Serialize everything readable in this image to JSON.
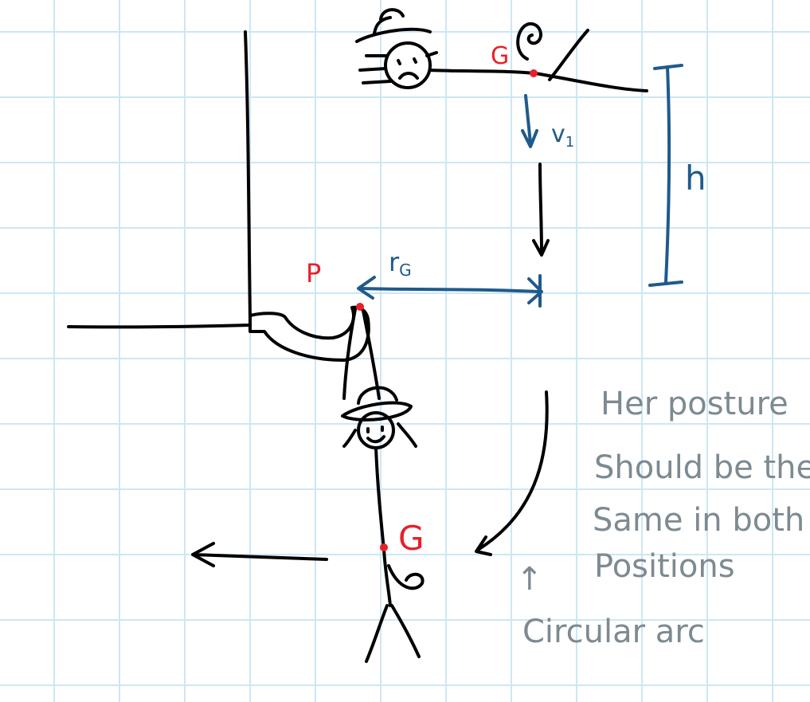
{
  "colors": {
    "grid": "#cde6f5",
    "ink": "#000000",
    "point": "#e8202a",
    "measure": "#1f5a8c",
    "note": "#7d8a91"
  },
  "labels": {
    "g_top": "G",
    "v1": "v",
    "v1_sub": "1",
    "h": "h",
    "pivot": "P",
    "r": "r",
    "r_sub": "G",
    "g_bottom": "G"
  },
  "notes": {
    "posture_line1": "Her posture",
    "posture_line2": "Should be the",
    "posture_line3": "Same in both",
    "posture_line4": "Positions",
    "arc": "Circular arc"
  }
}
